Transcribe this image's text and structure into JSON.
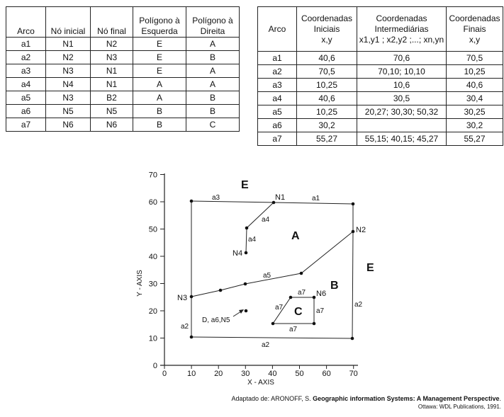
{
  "arc_table": {
    "headers": [
      "Arco",
      "Nó inicial",
      "Nó final",
      "Polígono à Esquerda",
      "Polígono à Direita"
    ],
    "header_lines": [
      [
        "Arco"
      ],
      [
        "Nó inicial"
      ],
      [
        "Nó final"
      ],
      [
        "Polígono à",
        "Esquerda"
      ],
      [
        "Polígono à",
        "Direita"
      ]
    ],
    "rows": [
      [
        "a1",
        "N1",
        "N2",
        "E",
        "A"
      ],
      [
        "a2",
        "N2",
        "N3",
        "E",
        "B"
      ],
      [
        "a3",
        "N3",
        "N1",
        "E",
        "A"
      ],
      [
        "a4",
        "N4",
        "N1",
        "A",
        "A"
      ],
      [
        "a5",
        "N3",
        "B2",
        "A",
        "B"
      ],
      [
        "a6",
        "N5",
        "N5",
        "B",
        "B"
      ],
      [
        "a7",
        "N6",
        "N6",
        "B",
        "C"
      ]
    ]
  },
  "coord_table": {
    "header_lines": [
      [
        "Arco"
      ],
      [
        "Coordenadas",
        "Iniciais",
        "x,y"
      ],
      [
        "Coordenadas",
        "Intermediárias",
        "x1,y1 ; x2,y2 ;...; xn,yn"
      ],
      [
        "Coordenadas",
        "Finais",
        "x,y"
      ]
    ],
    "rows": [
      [
        "a1",
        "40,6",
        "70,6",
        "70,5"
      ],
      [
        "a2",
        "70,5",
        "70,10; 10,10",
        "10,25"
      ],
      [
        "a3",
        "10,25",
        "10,6",
        "40,6"
      ],
      [
        "a4",
        "40,6",
        "30,5",
        "30,4"
      ],
      [
        "a5",
        "10,25",
        "20,27; 30,30; 50,32",
        "30,25"
      ],
      [
        "a6",
        "30,2",
        "",
        "30,2"
      ],
      [
        "a7",
        "55,27",
        "55,15; 40,15; 45,27",
        "55,27"
      ]
    ]
  },
  "diagram": {
    "y_axis_label": "Y - AXIS",
    "x_axis_label": "X - AXIS",
    "x_ticks": [
      "0",
      "10",
      "20",
      "30",
      "40",
      "50",
      "60",
      "70"
    ],
    "y_ticks": [
      "0",
      "10",
      "20",
      "30",
      "40",
      "50",
      "60",
      "70"
    ],
    "polygon_labels": [
      "E",
      "A",
      "B",
      "C",
      "E"
    ],
    "node_labels": [
      "N1",
      "N2",
      "N3",
      "N4",
      "N6"
    ],
    "arc_labels": [
      "a1",
      "a2",
      "a2",
      "a3",
      "a4",
      "a4",
      "a5",
      "a7",
      "a7",
      "a7",
      "a7"
    ],
    "point_label": "D, a6,N5"
  },
  "caption": {
    "prefix": "Adaptado de: ARONOFF, S. ",
    "title": "Geographic information Systems: A Management Perspective",
    "suffix": ".",
    "line2": "Ottawa: WDL Publications, 1991."
  }
}
